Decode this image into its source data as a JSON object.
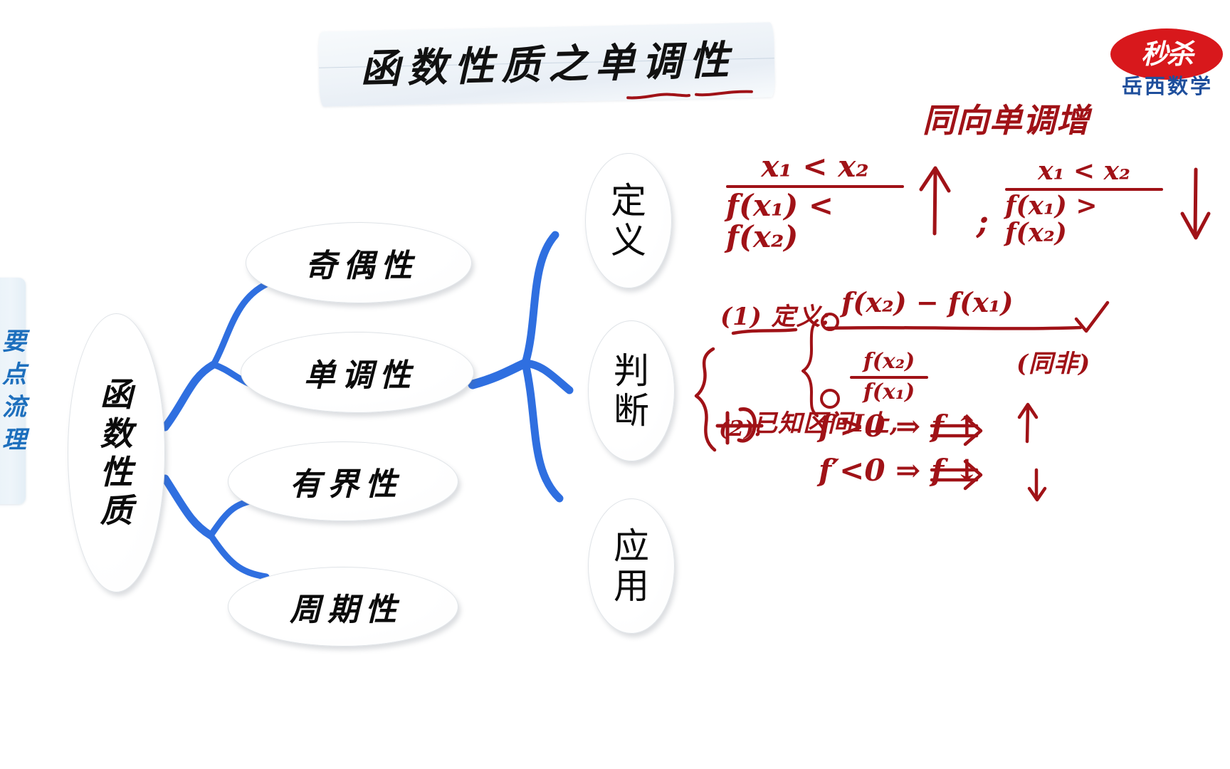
{
  "title": {
    "text": "函数性质之单调性",
    "underline_color": "#a01217"
  },
  "logo": {
    "mark_text": "秒杀",
    "sub_text": "岳西数学",
    "ellipse_color": "#d8181c",
    "sub_color": "#1f4f9c"
  },
  "side_tab": {
    "chars": [
      "要",
      "点",
      "流",
      "理"
    ],
    "text": "要点流理",
    "color": "#1d6fbd"
  },
  "mindmap": {
    "branch_color": "#2f6fe0",
    "root": {
      "text": "函数性质",
      "chars": [
        "函",
        "数",
        "性",
        "质"
      ]
    },
    "left_children": [
      {
        "text": "奇偶性"
      },
      {
        "text": "单调性"
      },
      {
        "text": "有界性"
      },
      {
        "text": "周期性"
      }
    ],
    "right_children": [
      {
        "text": "定义",
        "chars": [
          "定",
          "义"
        ]
      },
      {
        "text": "判断",
        "chars": [
          "判",
          "断"
        ]
      },
      {
        "text": "应用",
        "chars": [
          "应",
          "用"
        ]
      }
    ]
  },
  "annotations": {
    "color": "#a01217",
    "heading": "同向单调增",
    "increase": {
      "numerator": "x₁ < x₂",
      "denominator": "f(x₁) < f(x₂)",
      "arrow": "↑"
    },
    "separator": ";",
    "decrease": {
      "numerator": "x₁ < x₂",
      "denominator": "f(x₁) > f(x₂)",
      "arrow": "↓"
    },
    "item1_label": "(1) 定义:",
    "item1_option1_mark": "①",
    "item1_option1": "f(x₂) − f(x₁)",
    "item1_option1_check": "✓",
    "item1_option2_mark": "②",
    "item1_option2_num": "f(x₂)",
    "item1_option2_den": "f(x₁)",
    "item1_option2_note": "(同非)",
    "item2_label": "(2).",
    "item2_text": "已知区间I上,",
    "item2_line1": "f′>0  ⇒  f ↑",
    "item2_line2": "f′<0  ⇒  f ↓"
  }
}
